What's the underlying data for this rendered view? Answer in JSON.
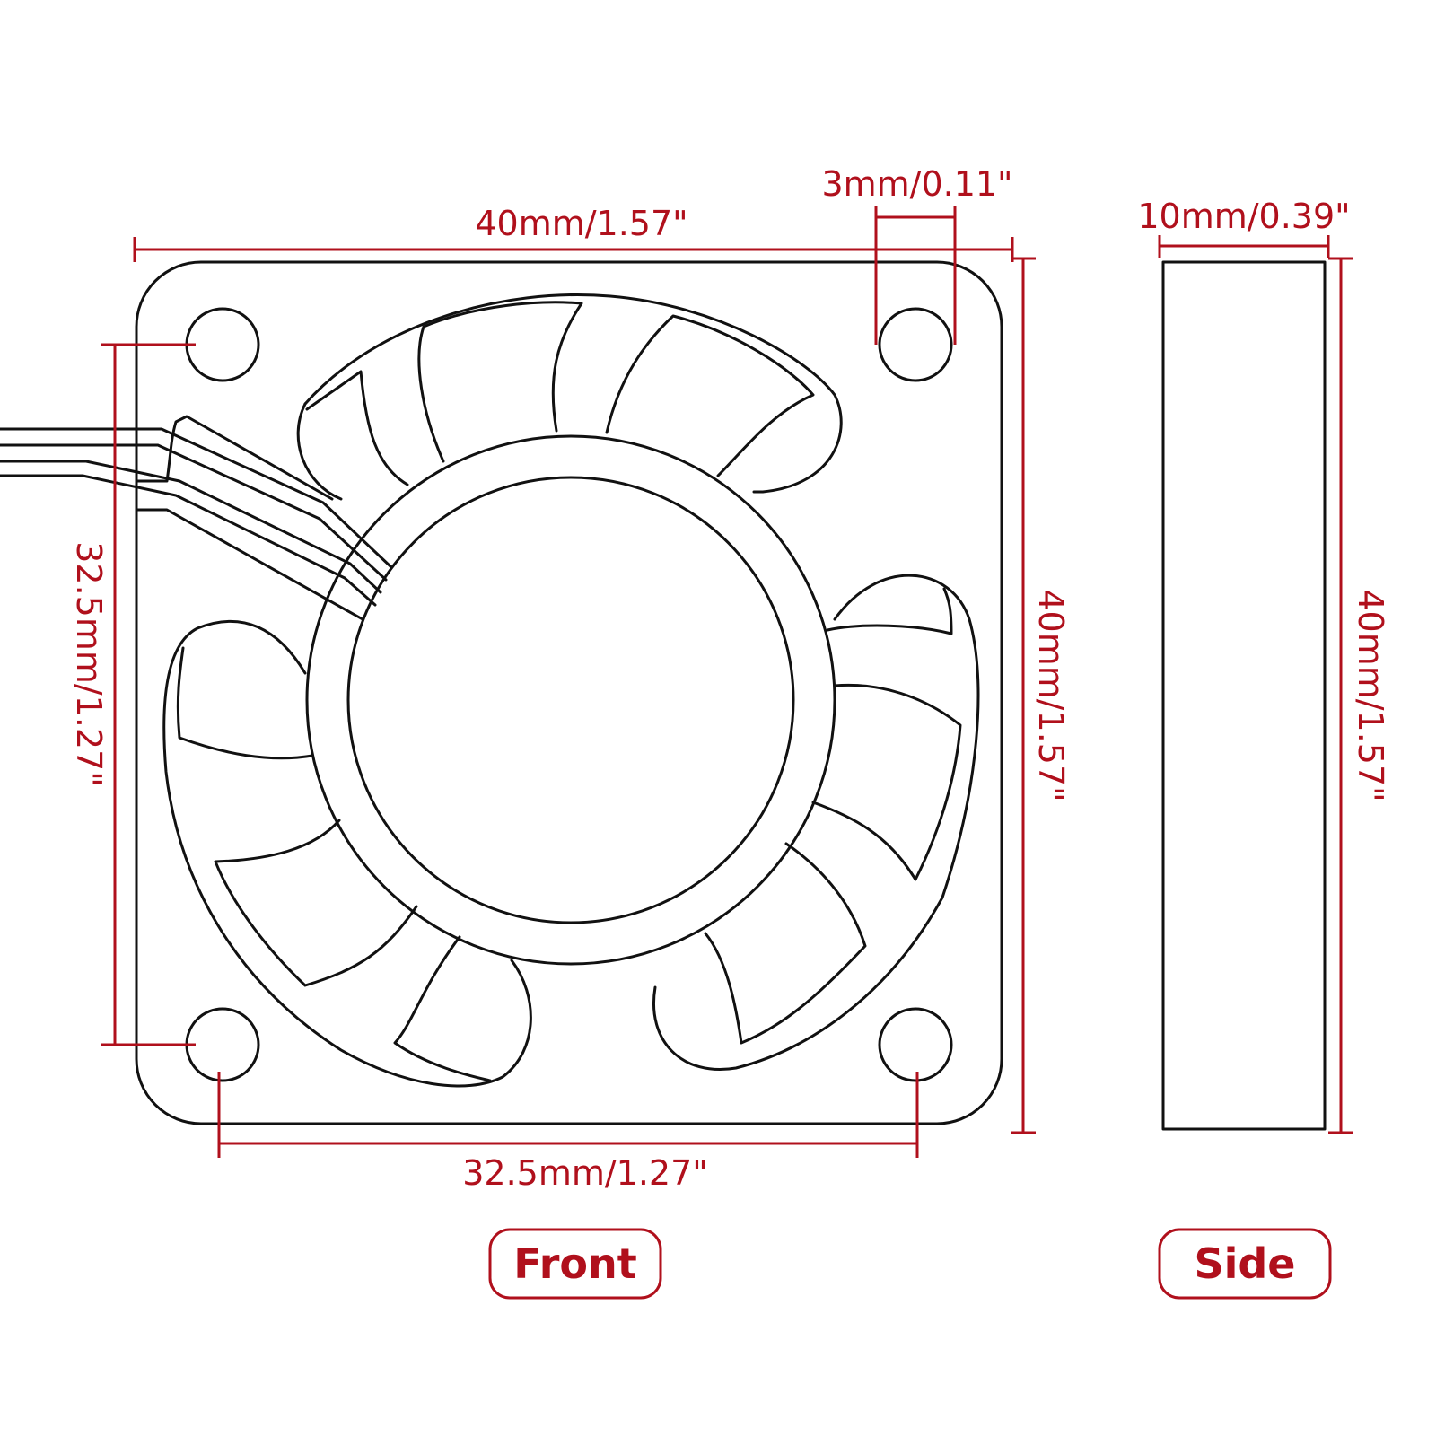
{
  "dimensions": {
    "front_width": "40mm/1.57\"",
    "hole_diameter": "3mm/0.11\"",
    "front_height": "40mm/1.57\"",
    "hole_spacing_vertical": "32.5mm/1.27\"",
    "hole_spacing_horizontal": "32.5mm/1.27\"",
    "side_thickness": "10mm/0.39\"",
    "side_height": "40mm/1.57\""
  },
  "views": {
    "front_label": "Front",
    "side_label": "Side"
  },
  "colors": {
    "dimension": "#b0101c",
    "outline": "#111111"
  }
}
